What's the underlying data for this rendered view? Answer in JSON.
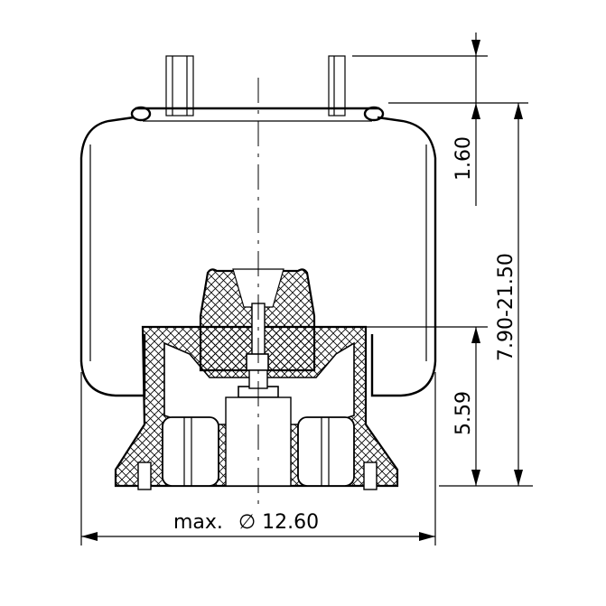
{
  "dimensions": {
    "top_height": "1.60",
    "range_height": "7.90-21.50",
    "lower_height": "5.59",
    "diameter_prefix": "max.",
    "diameter_symbol": "∅",
    "diameter_value": "12.60"
  },
  "colors": {
    "line": "#000000",
    "background": "#ffffff"
  }
}
